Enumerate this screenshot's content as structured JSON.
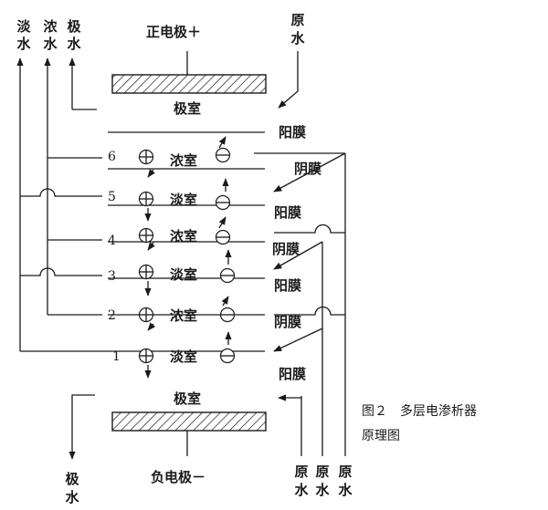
{
  "colors": {
    "ink": "#1a1a1a",
    "background": "#ffffff"
  },
  "top_labels": {
    "fresh_water": [
      "淡",
      "水"
    ],
    "conc_water": [
      "浓",
      "水"
    ],
    "electrode_water": [
      "极",
      "水"
    ],
    "raw_water": [
      "原",
      "水"
    ]
  },
  "positive_electrode": "正电极＋",
  "negative_electrode": "负电极－",
  "electrode_chamber": "极室",
  "chambers": [
    {
      "number": "6",
      "name": "浓室"
    },
    {
      "number": "5",
      "name": "淡室"
    },
    {
      "number": "4",
      "name": "浓室"
    },
    {
      "number": "3",
      "name": "淡室"
    },
    {
      "number": "2",
      "name": "浓室"
    },
    {
      "number": "1",
      "name": "淡室"
    }
  ],
  "membranes": [
    "阳膜",
    "阴膜",
    "阳膜",
    "阴膜",
    "阳膜",
    "阴膜",
    "阳膜"
  ],
  "bottom_labels": {
    "electrode_water": [
      "极",
      "水"
    ],
    "raw_water_1": [
      "原",
      "水"
    ],
    "raw_water_2": [
      "原",
      "水"
    ],
    "raw_water_3": [
      "原",
      "水"
    ]
  },
  "caption": {
    "line1": "图２　多层电渗析器",
    "line2": "原理图"
  }
}
